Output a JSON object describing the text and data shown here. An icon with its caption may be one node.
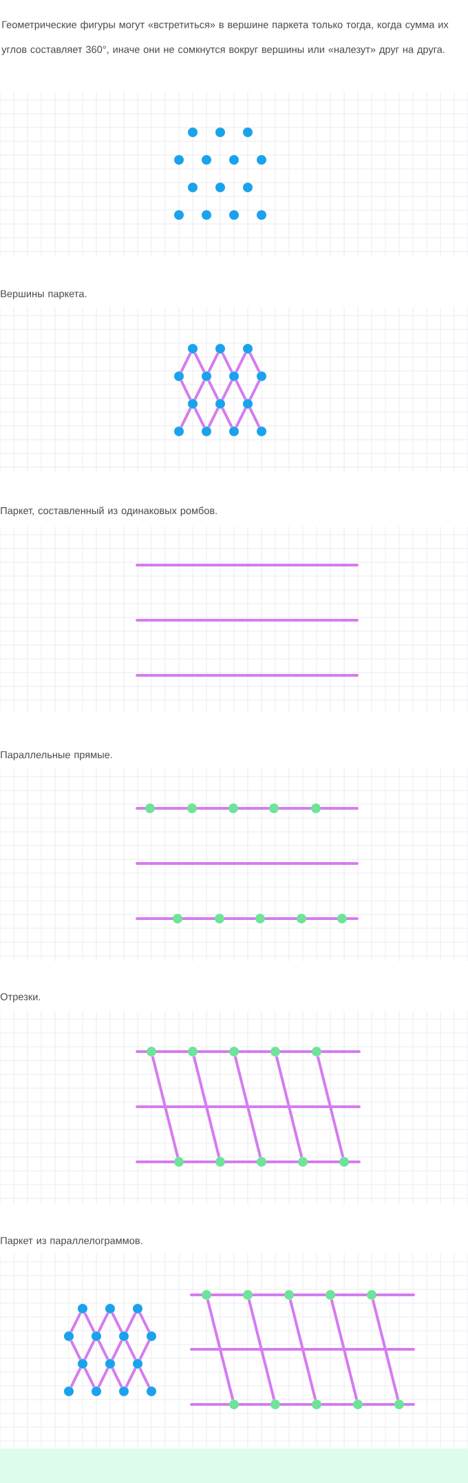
{
  "diagram": {
    "nodes": [
      {
        "text": [],
        "shape": "circle"
      },
      {
        "text": [],
        "shape": "circle"
      },
      {
        "text": [],
        "shape": "circle"
      },
      {
        "text": [],
        "shape": "circle"
      },
      {
        "text": [],
        "shape": "circle"
      },
      {
        "text": [],
        "shape": "circle"
      },
      {
        "text": [],
        "shape": "circle"
      },
      {
        "text": [],
        "shape": "circle"
      },
      {
        "text": [],
        "shape": "circle"
      },
      {
        "text": [],
        "shape": "circle"
      },
      {
        "text": [],
        "shape": "circle"
      },
      {
        "text": [],
        "shape": "circle"
      },
      {
        "text": [],
        "shape": "circle"
      },
      {
        "text": [],
        "shape": "circle"
      },
      {
        "text": [],
        "shape": "circle"
      },
      {
        "text": [],
        "shape": "circle"
      },
      {
        "text": [],
        "shape": "circle"
      },
      {
        "text": [],
        "shape": "circle"
      },
      {
        "text": [],
        "shape": "circle"
      },
      {
        "text": [],
        "shape": "circle"
      },
      {
        "text": [],
        "shape": "circle"
      },
      {
        "text": [],
        "shape": "circle"
      },
      {
        "text": [],
        "shape": "circle"
      },
      {
        "text": [],
        "shape": "circle"
      },
      {
        "text": [],
        "shape": "circle"
      },
      {
        "text": [],
        "shape": "circle"
      },
      {
        "text": [],
        "shape": "circle"
      },
      {
        "text": [],
        "shape": "circle"
      },
      {
        "text": [],
        "shape": "circle"
      },
      {
        "text": [],
        "shape": "circle"
      },
      {
        "text": [],
        "shape": "circle"
      },
      {
        "text": [],
        "shape": "circle"
      },
      {
        "text": [],
        "shape": "circle"
      },
      {
        "text": [],
        "shape": "circle"
      },
      {
        "text": [],
        "shape": "circle"
      },
      {
        "text": [],
        "shape": "circle"
      },
      {
        "text": [],
        "shape": "circle"
      },
      {
        "text": [],
        "shape": "circle"
      },
      {
        "text": [],
        "shape": "circle"
      },
      {
        "text": [],
        "shape": "circle"
      },
      {
        "text": [],
        "shape": "circle"
      },
      {
        "text": [],
        "shape": "circle"
      },
      {
        "text": [],
        "shape": "circle"
      },
      {
        "text": [],
        "shape": "circle"
      },
      {
        "text": [],
        "shape": "circle"
      },
      {
        "text": [],
        "shape": "circle"
      },
      {
        "text": [],
        "shape": "circle"
      },
      {
        "text": [],
        "shape": "circle"
      },
      {
        "text": [],
        "shape": "circle"
      },
      {
        "text": [],
        "shape": "circle"
      },
      {
        "text": [],
        "shape": "circle"
      },
      {
        "text": [],
        "shape": "circle"
      },
      {
        "text": [],
        "shape": "circle"
      },
      {
        "text": [],
        "shape": "circle"
      },
      {
        "text": [],
        "shape": "circle"
      },
      {
        "text": [],
        "shape": "circle"
      },
      {
        "text": [],
        "shape": "circle"
      },
      {
        "text": [],
        "shape": "circle"
      },
      {
        "text": [],
        "shape": "circle"
      },
      {
        "text": [],
        "shape": "circle"
      },
      {
        "text": [],
        "shape": "circle"
      },
      {
        "text": [],
        "shape": "circle"
      },
      {
        "text": [],
        "shape": "circle"
      },
      {
        "text": [],
        "shape": "circle"
      },
      {
        "text": [],
        "shape": "circle"
      },
      {
        "text": [],
        "shape": "circle"
      },
      {
        "text": [],
        "shape": "circle"
      },
      {
        "text": [],
        "shape": "circle"
      },
      {
        "text": [],
        "shape": "circle"
      },
      {
        "text": [],
        "shape": "circle"
      },
      {
        "text": [],
        "shape": "circle"
      },
      {
        "text": [],
        "shape": "circle"
      }
    ],
    "edges": [
      {
        "from": 14,
        "to": 17,
        "arrow": "none"
      },
      {
        "from": 14,
        "to": 18,
        "arrow": "none"
      },
      {
        "from": 15,
        "to": 18,
        "arrow": "none"
      },
      {
        "from": 15,
        "to": 19,
        "arrow": "none"
      },
      {
        "from": 16,
        "to": 19,
        "arrow": "none"
      },
      {
        "from": 16,
        "to": 20,
        "arrow": "none"
      },
      {
        "from": 17,
        "to": 21,
        "arrow": "none"
      },
      {
        "from": 18,
        "to": 21,
        "arrow": "none"
      },
      {
        "from": 18,
        "to": 22,
        "arrow": "none"
      },
      {
        "from": 19,
        "to": 22,
        "arrow": "none"
      },
      {
        "from": 19,
        "to": 23,
        "arrow": "none"
      },
      {
        "from": 20,
        "to": 23,
        "arrow": "none"
      },
      {
        "from": 21,
        "to": 24,
        "arrow": "none"
      },
      {
        "from": 21,
        "to": 25,
        "arrow": "none"
      },
      {
        "from": 22,
        "to": 25,
        "arrow": "none"
      },
      {
        "from": 22,
        "to": 26,
        "arrow": "none"
      },
      {
        "from": 23,
        "to": 26,
        "arrow": "none"
      },
      {
        "from": 23,
        "to": 27,
        "arrow": "none"
      },
      {
        "from": 38,
        "to": 43,
        "arrow": "none"
      },
      {
        "from": 39,
        "to": 44,
        "arrow": "none"
      },
      {
        "from": 40,
        "to": 45,
        "arrow": "none"
      },
      {
        "from": 41,
        "to": 46,
        "arrow": "none"
      },
      {
        "from": 42,
        "to": 47,
        "arrow": "none"
      },
      {
        "from": 48,
        "to": 51,
        "arrow": "none"
      },
      {
        "from": 48,
        "to": 52,
        "arrow": "none"
      },
      {
        "from": 49,
        "to": 52,
        "arrow": "none"
      },
      {
        "from": 49,
        "to": 53,
        "arrow": "none"
      },
      {
        "from": 50,
        "to": 53,
        "arrow": "none"
      },
      {
        "from": 50,
        "to": 54,
        "arrow": "none"
      },
      {
        "from": 51,
        "to": 55,
        "arrow": "none"
      },
      {
        "from": 52,
        "to": 55,
        "arrow": "none"
      },
      {
        "from": 52,
        "to": 56,
        "arrow": "none"
      },
      {
        "from": 53,
        "to": 56,
        "arrow": "none"
      },
      {
        "from": 53,
        "to": 57,
        "arrow": "none"
      },
      {
        "from": 54,
        "to": 57,
        "arrow": "none"
      },
      {
        "from": 55,
        "to": 58,
        "arrow": "none"
      },
      {
        "from": 55,
        "to": 59,
        "arrow": "none"
      },
      {
        "from": 56,
        "to": 59,
        "arrow": "none"
      },
      {
        "from": 56,
        "to": 60,
        "arrow": "none"
      },
      {
        "from": 57,
        "to": 60,
        "arrow": "none"
      },
      {
        "from": 57,
        "to": 61,
        "arrow": "none"
      },
      {
        "from": 62,
        "to": 67,
        "arrow": "none"
      },
      {
        "from": 63,
        "to": 68,
        "arrow": "none"
      },
      {
        "from": 64,
        "to": 69,
        "arrow": "none"
      },
      {
        "from": 65,
        "to": 70,
        "arrow": "none"
      },
      {
        "from": 66,
        "to": 71,
        "arrow": "none"
      }
    ],
    "labels": [
      "Геометрические фигуры могут «встретиться» в вершине паркета только тогда, когда сумма их углов составляет 360°, иначе они не сомкнутся вокруг вершины или «налезут» друг на друга.",
      "Вершины паркета.",
      "Паркет, составленный из одинаковых ромбов.",
      "Параллельные прямые.",
      "Отрезки.",
      "Паркет из параллелограммов."
    ]
  }
}
